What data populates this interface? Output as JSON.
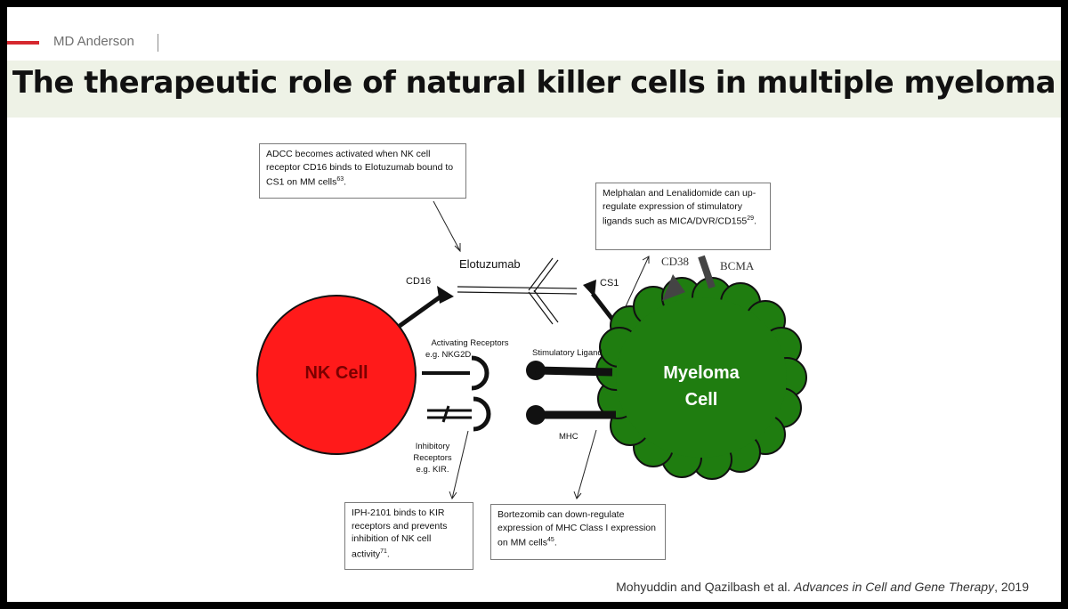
{
  "brand": {
    "name": "MD Anderson",
    "accent_color": "#d6282f"
  },
  "title": "The therapeutic role of natural killer cells in multiple myeloma",
  "cells": {
    "nk": {
      "label": "NK Cell",
      "color": "#ff1a1a",
      "text_color": "#7a0000"
    },
    "myeloma": {
      "label_line1": "Myeloma",
      "label_line2": "Cell",
      "color": "#1f7d10",
      "text_color": "#ffffff"
    }
  },
  "labels": {
    "elotuzumab": "Elotuzumab",
    "cd16": "CD16",
    "cs1": "CS1",
    "cd38": "CD38",
    "bcma": "BCMA",
    "activating_line1": "Activating Receptors",
    "activating_line2": "e.g. NKG2D",
    "stimulatory": "Stimulatory Ligand",
    "inhibitory_line1": "Inhibitory",
    "inhibitory_line2": "Receptors",
    "inhibitory_line3": "e.g. KIR.",
    "mhc": "MHC"
  },
  "callouts": {
    "adcc": {
      "text": "ADCC becomes activated when NK cell receptor CD16 binds to Elotuzumab bound to CS1 on MM cells",
      "ref": "63",
      "end": "."
    },
    "melphalan": {
      "text": "Melphalan and Lenalidomide can up-regulate expression of stimulatory ligands such as MICA/DVR/CD155",
      "ref": "29",
      "end": "."
    },
    "iph": {
      "text": "IPH-2101 binds to KIR receptors and prevents inhibition of NK cell activity",
      "ref": "71",
      "end": "."
    },
    "bortezomib": {
      "text": "Bortezomib can down-regulate expression of MHC Class I expression on MM cells",
      "ref": "45",
      "end": "."
    }
  },
  "citation": {
    "authors": "Mohyuddin and Qazilbash et al.",
    "journal": "Advances in Cell and Gene Therapy",
    "year": ", 2019"
  }
}
